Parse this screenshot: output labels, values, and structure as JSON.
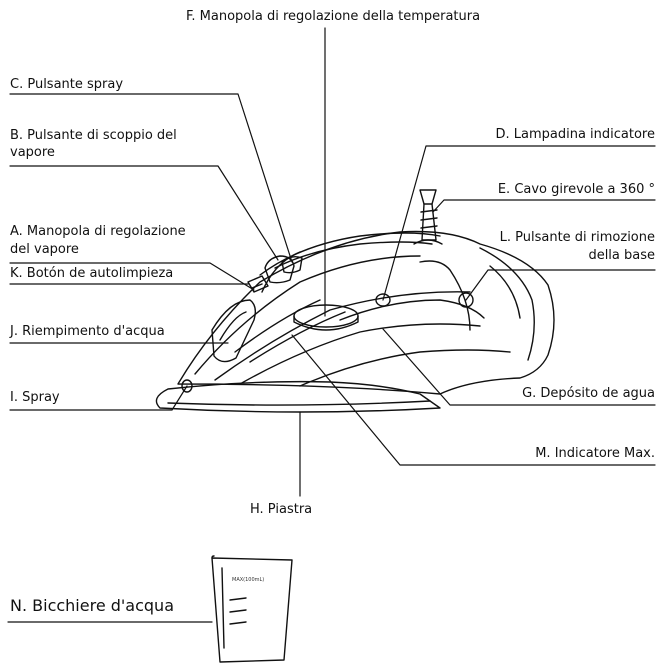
{
  "labels": {
    "F": "F. Manopola di regolazione della temperatura",
    "C": "C. Pulsante spray",
    "B": [
      "B. Pulsante di scoppio del",
      "vapore"
    ],
    "A": [
      "A. Manopola di regolazione",
      "del vapore"
    ],
    "K": "K. Botón de autolimpieza",
    "J": "J. Riempimento d'acqua",
    "I": "I. Spray",
    "D": "D. Lampadina indicatore",
    "E": "E. Cavo girevole a 360 °",
    "L": [
      "L. Pulsante di rimozione",
      "della base"
    ],
    "G": "G. Depósito de agua",
    "M": "M. Indicatore Max.",
    "H": "H. Piastra",
    "N": "N. Bicchiere d'acqua"
  },
  "cup_marking": "MAX(100mL)",
  "colors": {
    "line": "#111111",
    "background": "#ffffff"
  }
}
